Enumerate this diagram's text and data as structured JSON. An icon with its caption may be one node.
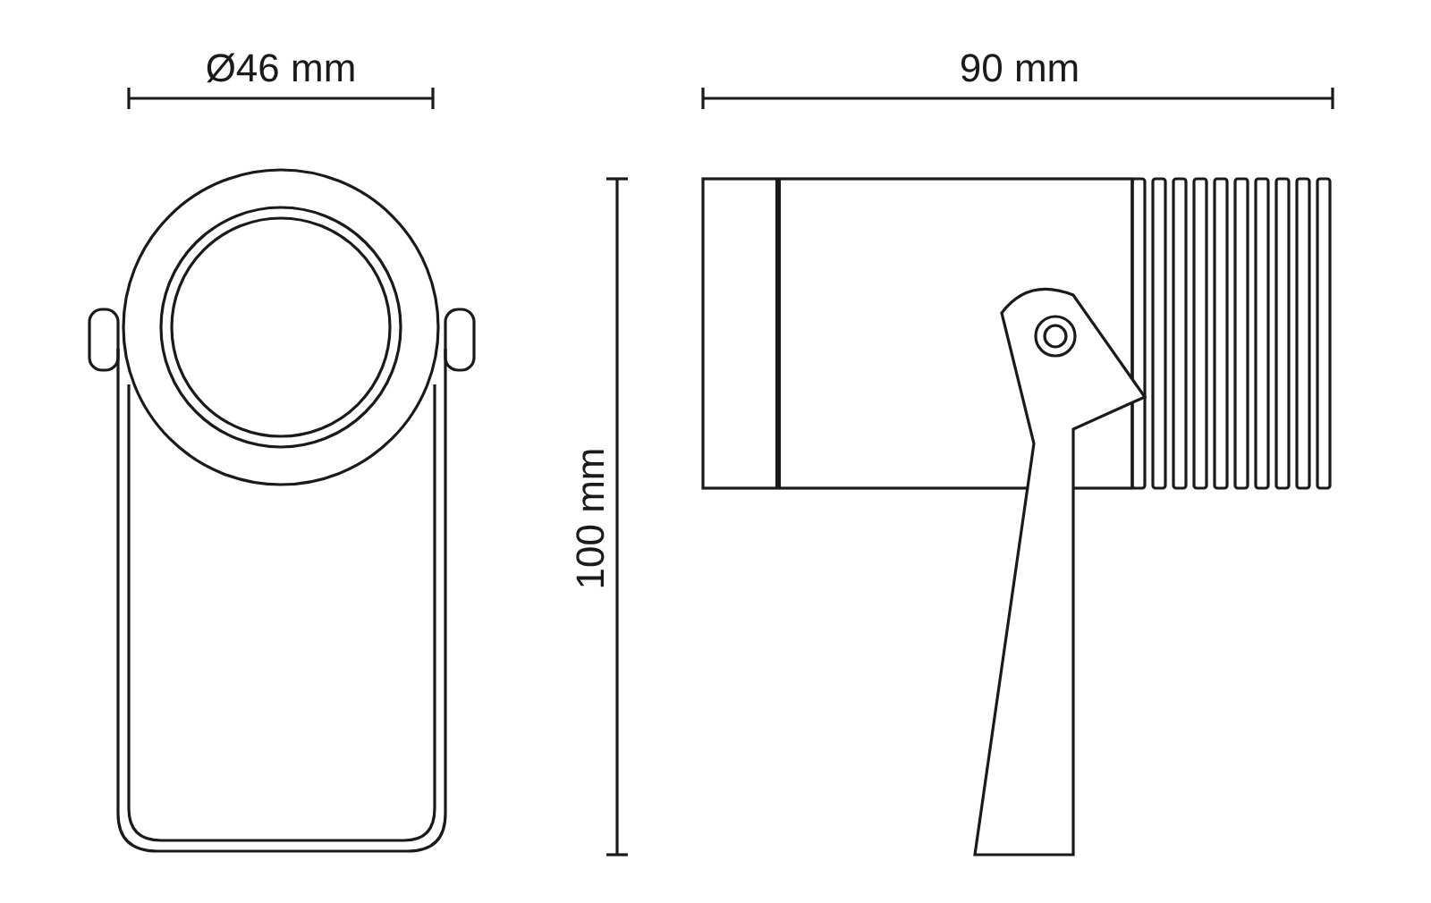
{
  "diagram": {
    "labels": [
      "Ø46 mm",
      "90 mm",
      "100 mm"
    ]
  }
}
